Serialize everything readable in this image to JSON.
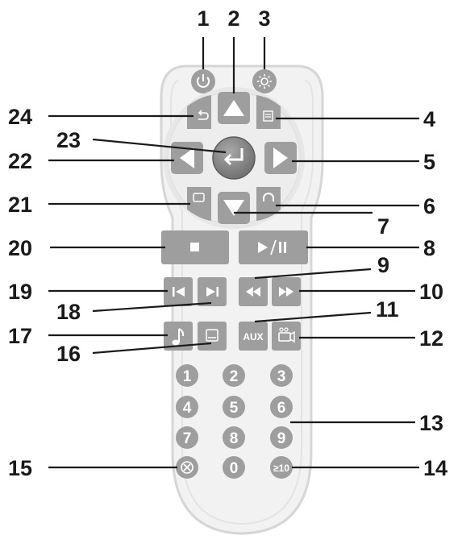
{
  "callouts": [
    "1",
    "2",
    "3",
    "4",
    "5",
    "6",
    "7",
    "8",
    "9",
    "10",
    "11",
    "12",
    "13",
    "14",
    "15",
    "16",
    "17",
    "18",
    "19",
    "20",
    "21",
    "22",
    "23",
    "24"
  ],
  "buttons": {
    "aux_label": "AUX",
    "numbers": [
      "1",
      "2",
      "3",
      "4",
      "5",
      "6",
      "7",
      "8",
      "9",
      "0"
    ],
    "ge10_label": "≥10"
  },
  "colors": {
    "remote_body": "#f0f0f0",
    "remote_outline": "#d8d8d8",
    "button": "#9e9e9e",
    "button_dark": "#7a7a7a",
    "callout_text": "#1a1a1a"
  }
}
